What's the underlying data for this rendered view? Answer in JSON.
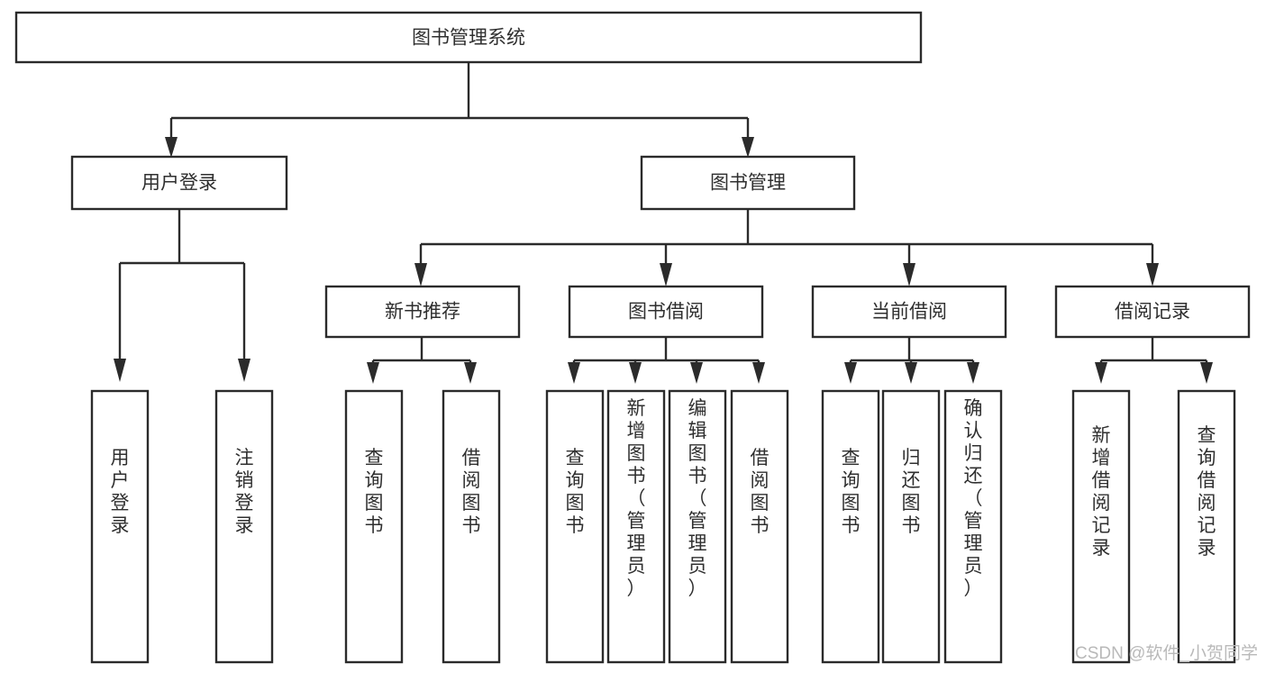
{
  "diagram": {
    "title": "图书管理系统",
    "type": "tree-hierarchy",
    "root": {
      "label": "图书管理系统"
    },
    "level2": [
      {
        "label": "用户登录"
      },
      {
        "label": "图书管理"
      }
    ],
    "level3": [
      {
        "label": "新书推荐"
      },
      {
        "label": "图书借阅"
      },
      {
        "label": "当前借阅"
      },
      {
        "label": "借阅记录"
      }
    ],
    "leaves": {
      "user_login": [
        {
          "label": "用户登录"
        },
        {
          "label": "注销登录"
        }
      ],
      "new_book_recommend": [
        {
          "label": "查询图书"
        },
        {
          "label": "借阅图书"
        }
      ],
      "book_borrow": [
        {
          "label": "查询图书"
        },
        {
          "label": "新增图书（管理员）"
        },
        {
          "label": "编辑图书（管理员）"
        },
        {
          "label": "借阅图书"
        }
      ],
      "current_borrow": [
        {
          "label": "查询图书"
        },
        {
          "label": "归还图书"
        },
        {
          "label": "确认归还（管理员）"
        }
      ],
      "borrow_record": [
        {
          "label": "新增借阅记录"
        },
        {
          "label": "查询借阅记录"
        }
      ]
    }
  },
  "watermark": {
    "text": "CSDN @软件_小贺同学"
  },
  "colors": {
    "stroke": "#2b2b2b",
    "text": "#2f2f2f",
    "background": "#ffffff",
    "watermark": "#b9b9b9"
  }
}
